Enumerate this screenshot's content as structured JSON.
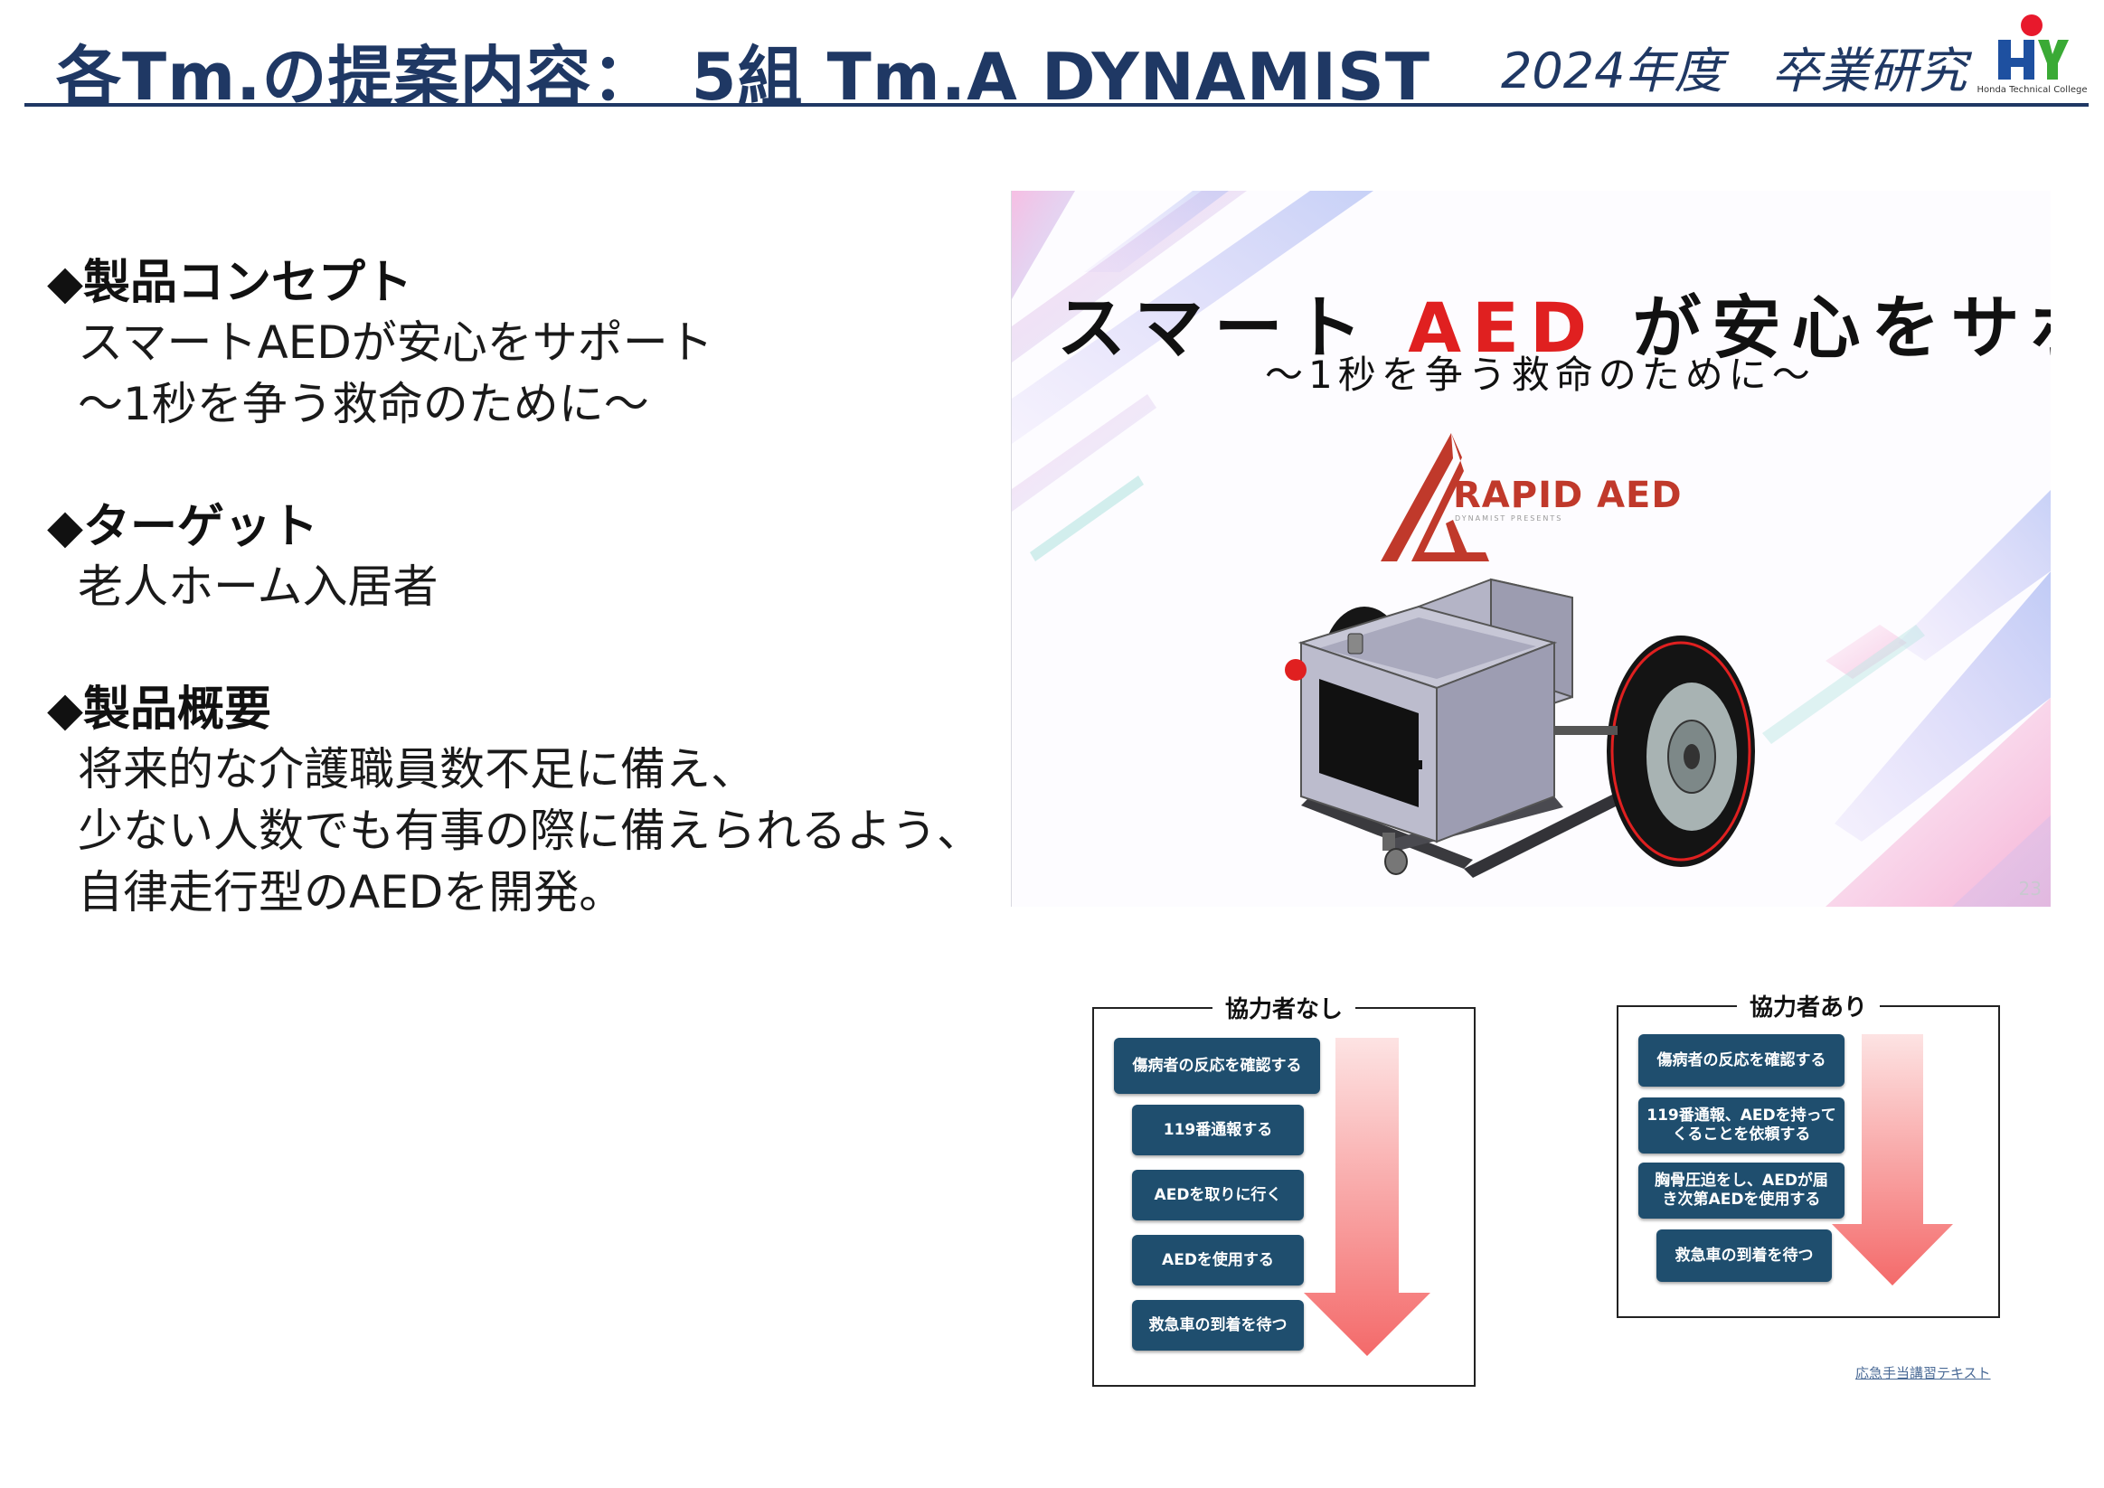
{
  "header": {
    "title": "各Tm.の提案内容：　5組 Tm.A DYNAMIST",
    "year_label": "2024年度　卒業研究",
    "logo_text": "Honda Technical College",
    "colors": {
      "navy": "#1f3864",
      "logo_red": "#e8192c",
      "logo_blue": "#1e50a0",
      "logo_green": "#3aaa35"
    }
  },
  "sections": {
    "concept": {
      "heading": "◆製品コンセプト",
      "lines": [
        "スマートAEDが安心をサポート",
        "〜1秒を争う救命のために〜"
      ]
    },
    "target": {
      "heading": "◆ターゲット",
      "lines": [
        "老人ホーム入居者"
      ]
    },
    "overview": {
      "heading": "◆製品概要",
      "lines": [
        "将来的な介護職員数不足に備え、",
        "少ない人数でも有事の際に備えられるよう、",
        "自律走行型のAEDを開発。"
      ]
    }
  },
  "slide": {
    "title_before": "スマート",
    "title_highlight": "AED",
    "title_after": "が安心をサポート",
    "subtitle": "〜1秒を争う救命のために〜",
    "logo_text": "RAPID AED",
    "logo_subtext": "DYNAMIST PRESENTS",
    "page_number": "23",
    "icon": "aed-robot-cart-icon"
  },
  "flows": {
    "without_helper": {
      "label": "協力者なし",
      "steps": [
        "傷病者の反応を確認する",
        "119番通報する",
        "AEDを取りに行く",
        "AEDを使用する",
        "救急車の到着を待つ"
      ]
    },
    "with_helper": {
      "label": "協力者あり",
      "steps": [
        "傷病者の反応を確認する",
        "119番通報、AEDを持って\nくることを依頼する",
        "胸骨圧迫をし、AEDが届\nき次第AEDを使用する",
        "救急車の到着を待つ"
      ]
    },
    "source_link": "応急手当講習テキスト",
    "step_color": "#1f4e6e"
  }
}
